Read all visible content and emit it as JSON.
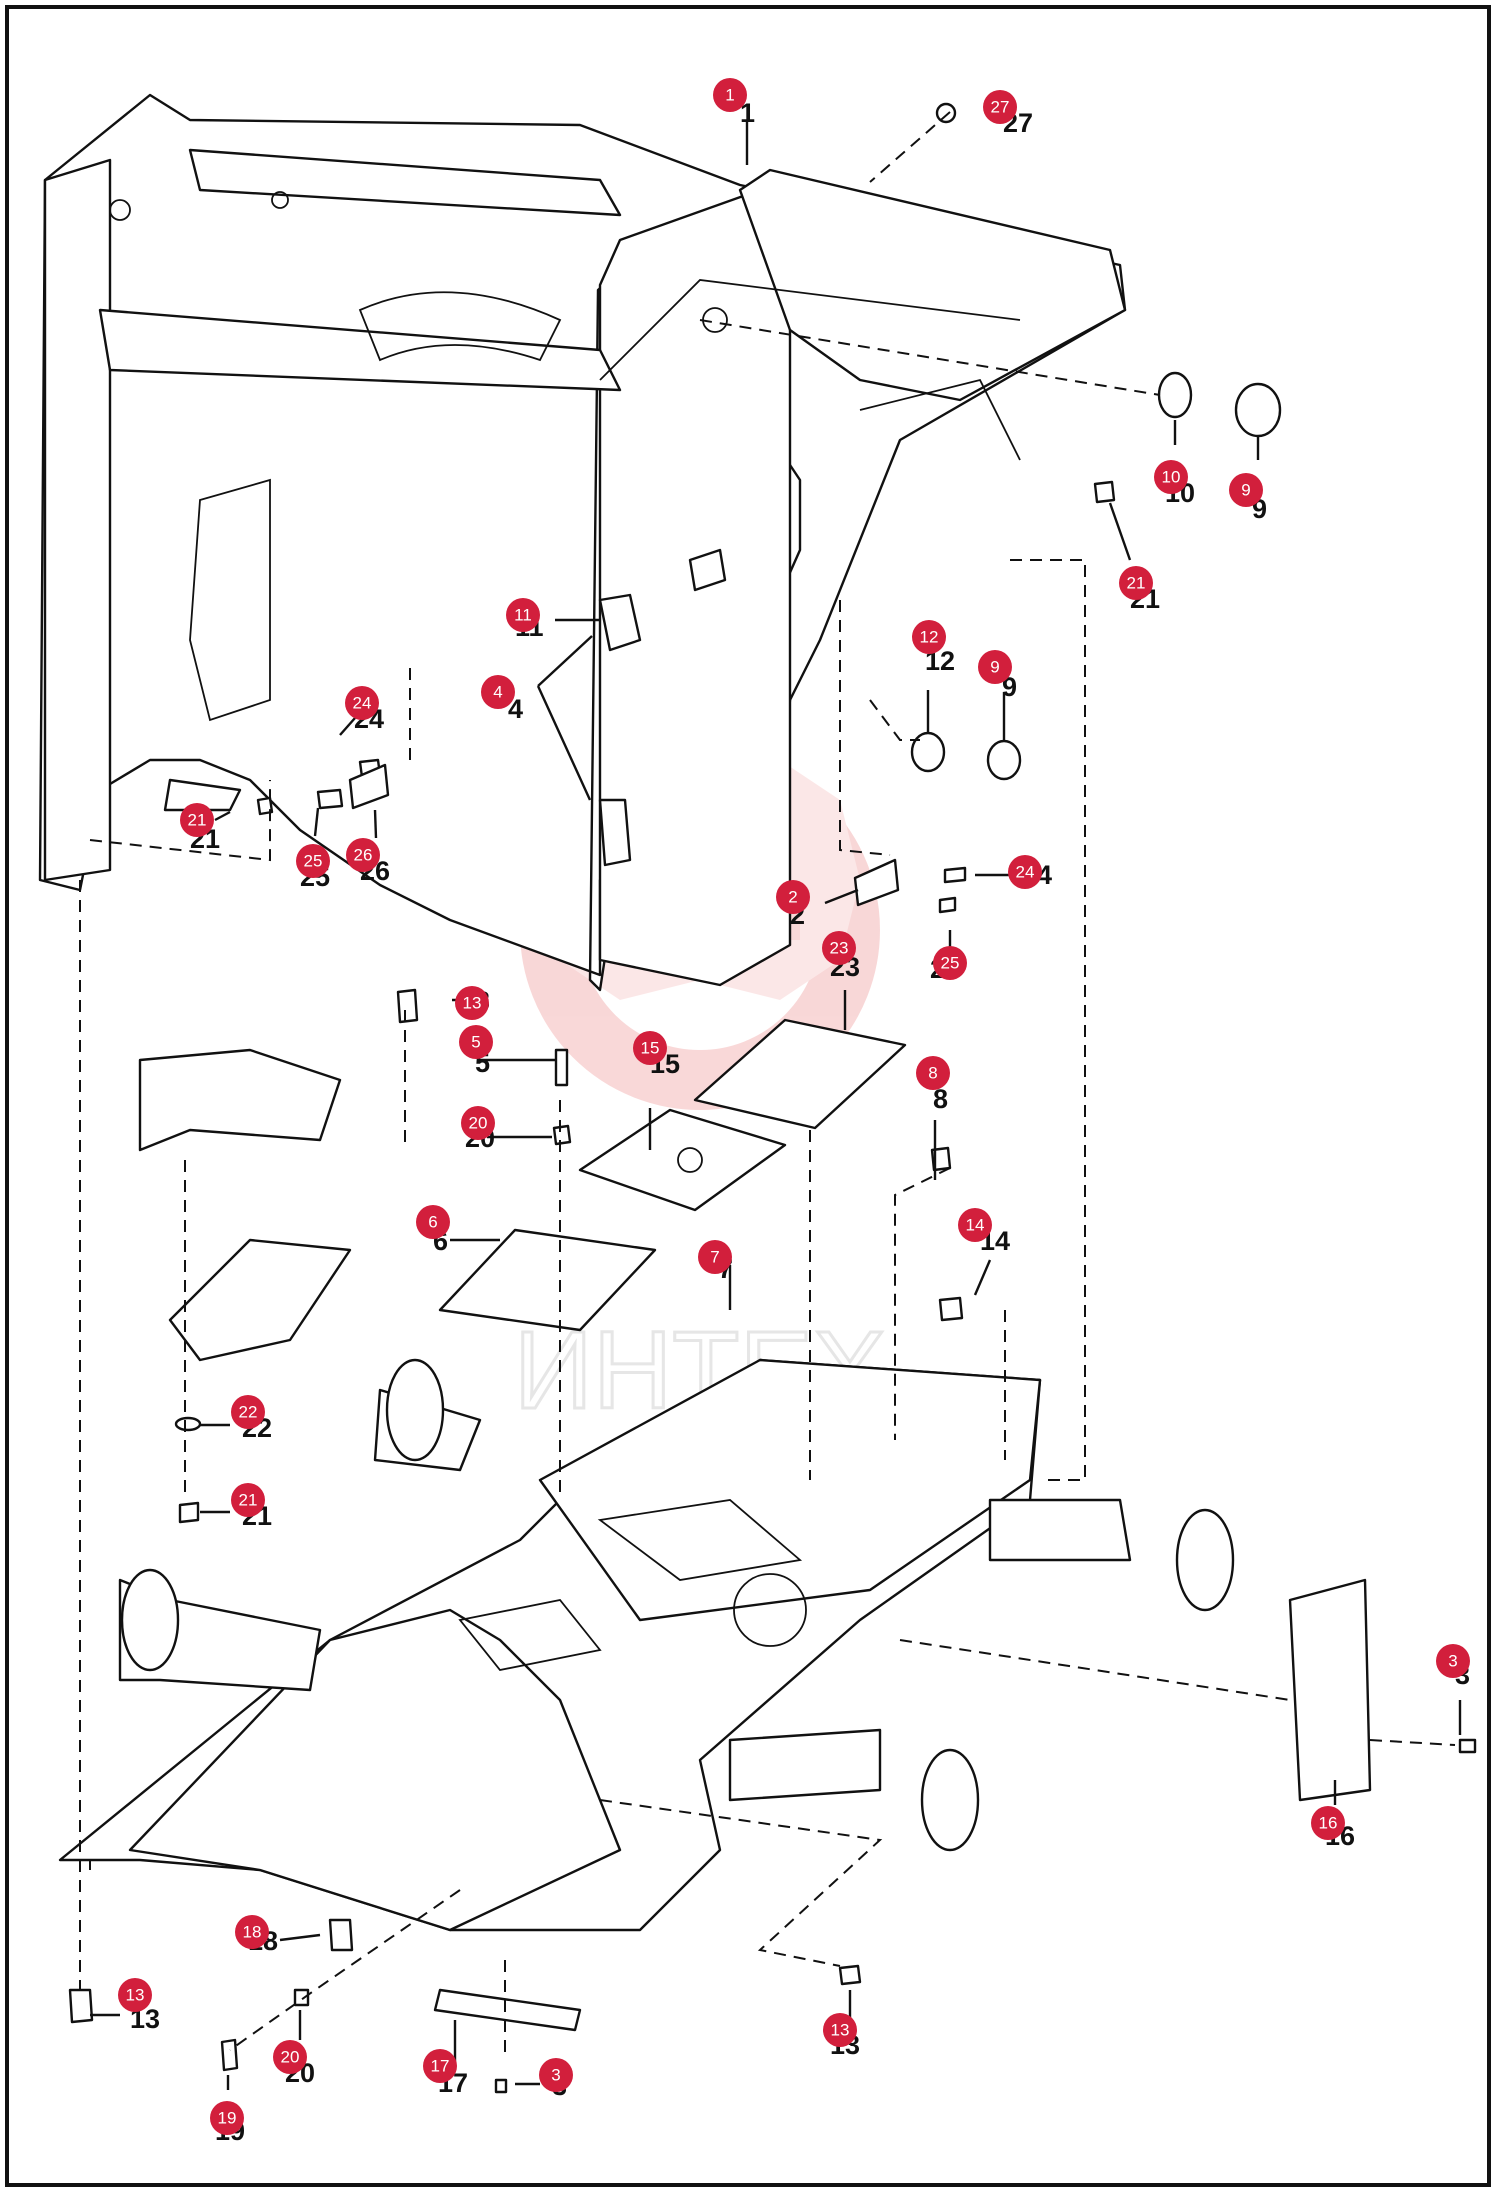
{
  "diagram": {
    "watermark_text": "ИНТЕХ",
    "colors": {
      "callout": "#d21f3c",
      "line": "#111111",
      "watermark": "#f4b8b8"
    },
    "callouts": [
      {
        "label": "1"
      },
      {
        "label": "27"
      },
      {
        "label": "10"
      },
      {
        "label": "9"
      },
      {
        "label": "21"
      },
      {
        "label": "11"
      },
      {
        "label": "4"
      },
      {
        "label": "12"
      },
      {
        "label": "9"
      },
      {
        "label": "24"
      },
      {
        "label": "21"
      },
      {
        "label": "25"
      },
      {
        "label": "26"
      },
      {
        "label": "2"
      },
      {
        "label": "24"
      },
      {
        "label": "23"
      },
      {
        "label": "25"
      },
      {
        "label": "13"
      },
      {
        "label": "5"
      },
      {
        "label": "15"
      },
      {
        "label": "8"
      },
      {
        "label": "20"
      },
      {
        "label": "6"
      },
      {
        "label": "7"
      },
      {
        "label": "14"
      },
      {
        "label": "22"
      },
      {
        "label": "21"
      },
      {
        "label": "3"
      },
      {
        "label": "16"
      },
      {
        "label": "18"
      },
      {
        "label": "13"
      },
      {
        "label": "20"
      },
      {
        "label": "13"
      },
      {
        "label": "17"
      },
      {
        "label": "3"
      },
      {
        "label": "19"
      }
    ]
  }
}
